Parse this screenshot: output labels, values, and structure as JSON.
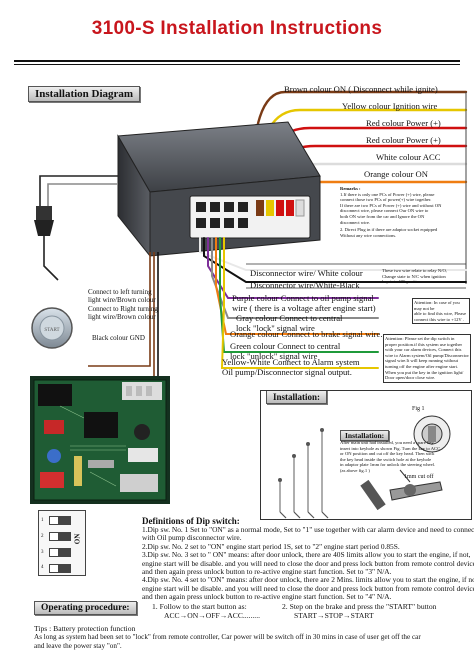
{
  "title": "3100-S Installation Instructions",
  "installation_diagram": {
    "header": "Installation Diagram",
    "wire_labels": {
      "brown": "Brown colour ON ( Disconnect while ignite)",
      "yellow": "Yellow colour  Ignition wire",
      "red1": "Red colour  Power (+)",
      "red2": "Red colour  Power (+)",
      "white": "White colour  ACC",
      "orange": "Orange colour  ON"
    },
    "remarks": {
      "title": "Remarks :",
      "line1": "1.If there is only one PCs of Power (+) wire, please",
      "line2": "connect those two PCs of power(+) wire together.",
      "line3": "If there are two PCs of Power (+) wire and without ON",
      "line4": "disconnect wire, please connect Our ON wire to",
      "line5": "both ON wire from the car and Ignore the ON",
      "line6": "disconnect wire.",
      "line7": "2. Direct Plug in if there are adaptor socket equipped",
      "line8": "Without any wire connections."
    },
    "disconnector_white": "Disconnector wire/ White colour",
    "disconnector_wb": "Disconnector wire/White-Black",
    "note_two_wires": {
      "line1": "These two wire relate to relay N/O,",
      "line2": "Change state to N/C when ignition",
      "line3": "key is in ON position."
    },
    "purple": {
      "line1": "Purple colour  Connect to oil pump signal",
      "line2": "wire ( there is a voltage after engine start)"
    },
    "attention1": {
      "line1": "Attention: In case of you may not be",
      "line2": "able to find this wire, Please",
      "line3": "connect this wire to +12V ."
    },
    "gray": {
      "line1": "Gray colour   Connect to central",
      "line2": "lock \"lock\" signal wire"
    },
    "orange_brake": "Orange colour   Connect to brake signal wire.",
    "attention2": {
      "line1": "Attention: Please set the dip switch in",
      "line2": "proper position.if this system use together",
      "line3": "with your car alarm devices, Connect this",
      "line4": "wire to Alarm system/Oil pump/Disconnector",
      "line5": "signal wire.It will keep running without",
      "line6": "turning off the engine after engine start.",
      "line7": "When you put the key in the ignition light/",
      "line8": "Door open/door close wire."
    },
    "green": {
      "line1": "Green colour    Connect to central",
      "line2": "lock \"unlock\" signal wire"
    },
    "yellow_white": {
      "line1": "Yellow-White  Connect to Alarm system",
      "line2": "Oil pump/Disconnector signal output."
    },
    "left_turning": {
      "line1": "Connect to left turning",
      "line2": "light wire/Brown colour"
    },
    "right_turning": {
      "line1": "Connect to Right turning",
      "line2": "light wire/Brown colour"
    },
    "black_gnd": "Black colour GND"
  },
  "installation": {
    "header": "Installation:",
    "sub_header": "Installation:",
    "fig": "Fig 1",
    "fig_text": {
      "line1": "After main unit had installed, you need a spare key",
      "line2": "insert into keyhole as shown Fig. Turn the key to ACC",
      "line3": "or ON position and cut off the key head. Then stick",
      "line4": "the key head inside the switch hole at the keyhole",
      "line5": "in adaptor plate 1mm for unlock the steering wheel.",
      "line6": "(as above fig.1 )"
    },
    "cut": "1mm cut off"
  },
  "dip": {
    "header": "Definitions of Dip switch:",
    "on_label": "ON",
    "numbers": [
      "1",
      "2",
      "3",
      "4"
    ],
    "lines": [
      "1.Dip sw. No. 1 Set to \"ON\" as a normal mode, Set to \"1\" use together with car alarm device and need to connect",
      "  with Oil pump disconnector wire.",
      "2.Dip sw. No. 2 set to \"ON\" engine start period 1S, set to \"2\" engine start period 0.85S.",
      "3.Dip sw. No. 3 set to \" ON\" means: after door unlock, there are 40S limits allow you to start the engine, if not,",
      "  engine start will be disable. and you will need to close the door and press lock button from remote control device",
      "  and then again press unlock button to re-active engine start function. Set to \"3\" N/A.",
      "4.Dip sw. No. 4 set to \"ON\" means: after door unlock, there are 2 Mins. limits allow you to start the engine, if not,",
      "  engine start will be disable. and you will need to close the door and press lock button from remote control device",
      "  and then again press unlock button to re-active engine start function. Set to \"4\" N/A."
    ]
  },
  "operating": {
    "header": "Operating procedure:",
    "step1_line1": "1.   Follow to the start button as:",
    "step1_line2": "ACC→ON→OFF→ACC.........",
    "step2_line1": "2.   Step on the brake and press the \"START\" button",
    "step2_line2": "START→STOP→START",
    "tips_title": "Tips : Battery protection function",
    "tips_line1": "As long as system had been set to \"lock\" from remote controller, Car power will be switch off in 30 mins in case of user get off the car",
    "tips_line2": "and leave the power stay \"on\"."
  },
  "colors": {
    "title_red": "#c8161d",
    "brown": "#7a3b16",
    "yellow": "#e6c600",
    "red": "#d01010",
    "white": "#f4f4f4",
    "orange": "#ef7d12",
    "purple": "#7e2f9a",
    "gray": "#8a8a8a",
    "green": "#1f9a3a",
    "black": "#111111",
    "unit_body": "#4a4d52"
  }
}
